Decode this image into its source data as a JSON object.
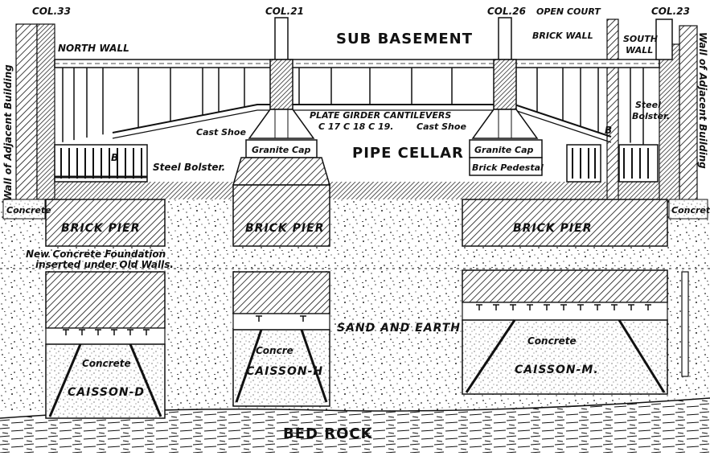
{
  "labels": {
    "col33": "COL.33",
    "col21": "COL.21",
    "col26": "COL.26",
    "col23": "COL.23",
    "open_court": "OPEN COURT",
    "sub_basement": "SUB BASEMENT",
    "north_wall": "NORTH WALL",
    "brick_wall": "BRICK WALL",
    "south_wall_1": "SOUTH",
    "south_wall_2": "WALL",
    "adjacent_left": "Wall of Adjacent Building",
    "adjacent_right": "Wall of Adjacent Building",
    "plate_girder_1": "PLATE GIRDER CANTILEVERS",
    "plate_girder_2": "C 17 C 18 C 19.",
    "cast_shoe_left": "Cast Shoe",
    "cast_shoe_right": "Cast Shoe",
    "granite_cap_left": "Granite Cap",
    "granite_cap_right": "Granite Cap",
    "brick_pedestal": "Brick Pedestal",
    "pipe_cellar": "PIPE CELLAR",
    "steel_bolster_left": "Steel Bolster.",
    "steel_bolster_right_1": "Steel",
    "steel_bolster_right_2": "Bolster.",
    "bolster_marker_left": "B",
    "bolster_marker_right": "B",
    "concrete_left": "Concrete",
    "concrete_right": "Concrete",
    "brick_pier_1": "BRICK PIER",
    "brick_pier_2": "BRICK PIER",
    "brick_pier_3": "BRICK PIER",
    "new_foundation_1": "New Concrete Foundation",
    "new_foundation_2": "inserted under Old Walls.",
    "sand_earth": "SAND AND EARTH",
    "caisson_d_concrete": "Concrete",
    "caisson_d": "CAISSON-D",
    "caisson_h_concrete": "Concre",
    "caisson_h": "CAISSON-H",
    "caisson_m_concrete": "Concrete",
    "caisson_m": "CAISSON-M.",
    "bed_rock": "BED ROCK"
  }
}
